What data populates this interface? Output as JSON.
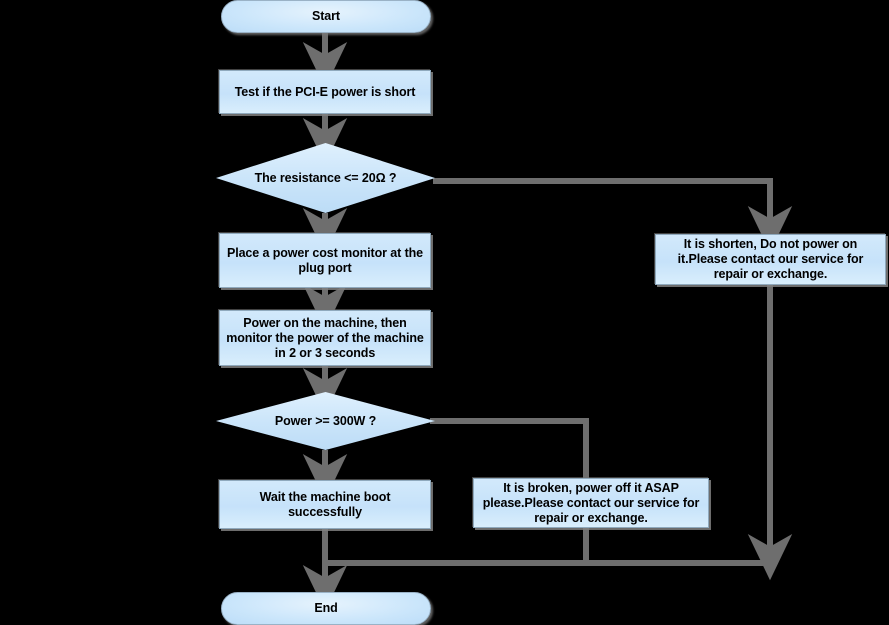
{
  "diagram": {
    "title": "PCI-E power troubleshooting flowchart",
    "colors": {
      "background": "#000000",
      "node_fill": "#cbe5fa",
      "node_border": "#8fa9bd",
      "connector": "#6e6e6e",
      "text": "#000000"
    },
    "nodes": [
      {
        "id": "start",
        "type": "terminator",
        "label": "Start"
      },
      {
        "id": "test-short",
        "type": "process",
        "label": "Test if the PCI-E power is short"
      },
      {
        "id": "resistance-q",
        "type": "decision",
        "label": "The resistance <= 20Ω  ?"
      },
      {
        "id": "place-meter",
        "type": "process",
        "label": "Place a power cost monitor at the plug port"
      },
      {
        "id": "power-on",
        "type": "process",
        "label": "Power on the machine, then monitor the power of the machine in 2 or 3 seconds"
      },
      {
        "id": "power-q",
        "type": "decision",
        "label": "Power  >= 300W  ?"
      },
      {
        "id": "wait-boot",
        "type": "process",
        "label": "Wait the machine boot successfully"
      },
      {
        "id": "end",
        "type": "terminator",
        "label": "End"
      },
      {
        "id": "shorten-msg",
        "type": "process",
        "label": "It is shorten, Do not power on it.Please contact our service for repair or exchange."
      },
      {
        "id": "broken-msg",
        "type": "process",
        "label": "It is broken, power off it ASAP please.Please contact our service for repair or exchange."
      }
    ],
    "edges": [
      {
        "from": "start",
        "to": "test-short",
        "label": ""
      },
      {
        "from": "test-short",
        "to": "resistance-q",
        "label": ""
      },
      {
        "from": "resistance-q",
        "to": "place-meter",
        "label": ""
      },
      {
        "from": "resistance-q",
        "to": "shorten-msg",
        "label": ""
      },
      {
        "from": "place-meter",
        "to": "power-on",
        "label": ""
      },
      {
        "from": "power-on",
        "to": "power-q",
        "label": ""
      },
      {
        "from": "power-q",
        "to": "wait-boot",
        "label": ""
      },
      {
        "from": "power-q",
        "to": "broken-msg",
        "label": ""
      },
      {
        "from": "wait-boot",
        "to": "end",
        "label": ""
      },
      {
        "from": "shorten-msg",
        "to": "end",
        "label": ""
      },
      {
        "from": "broken-msg",
        "to": "end",
        "label": ""
      }
    ]
  }
}
